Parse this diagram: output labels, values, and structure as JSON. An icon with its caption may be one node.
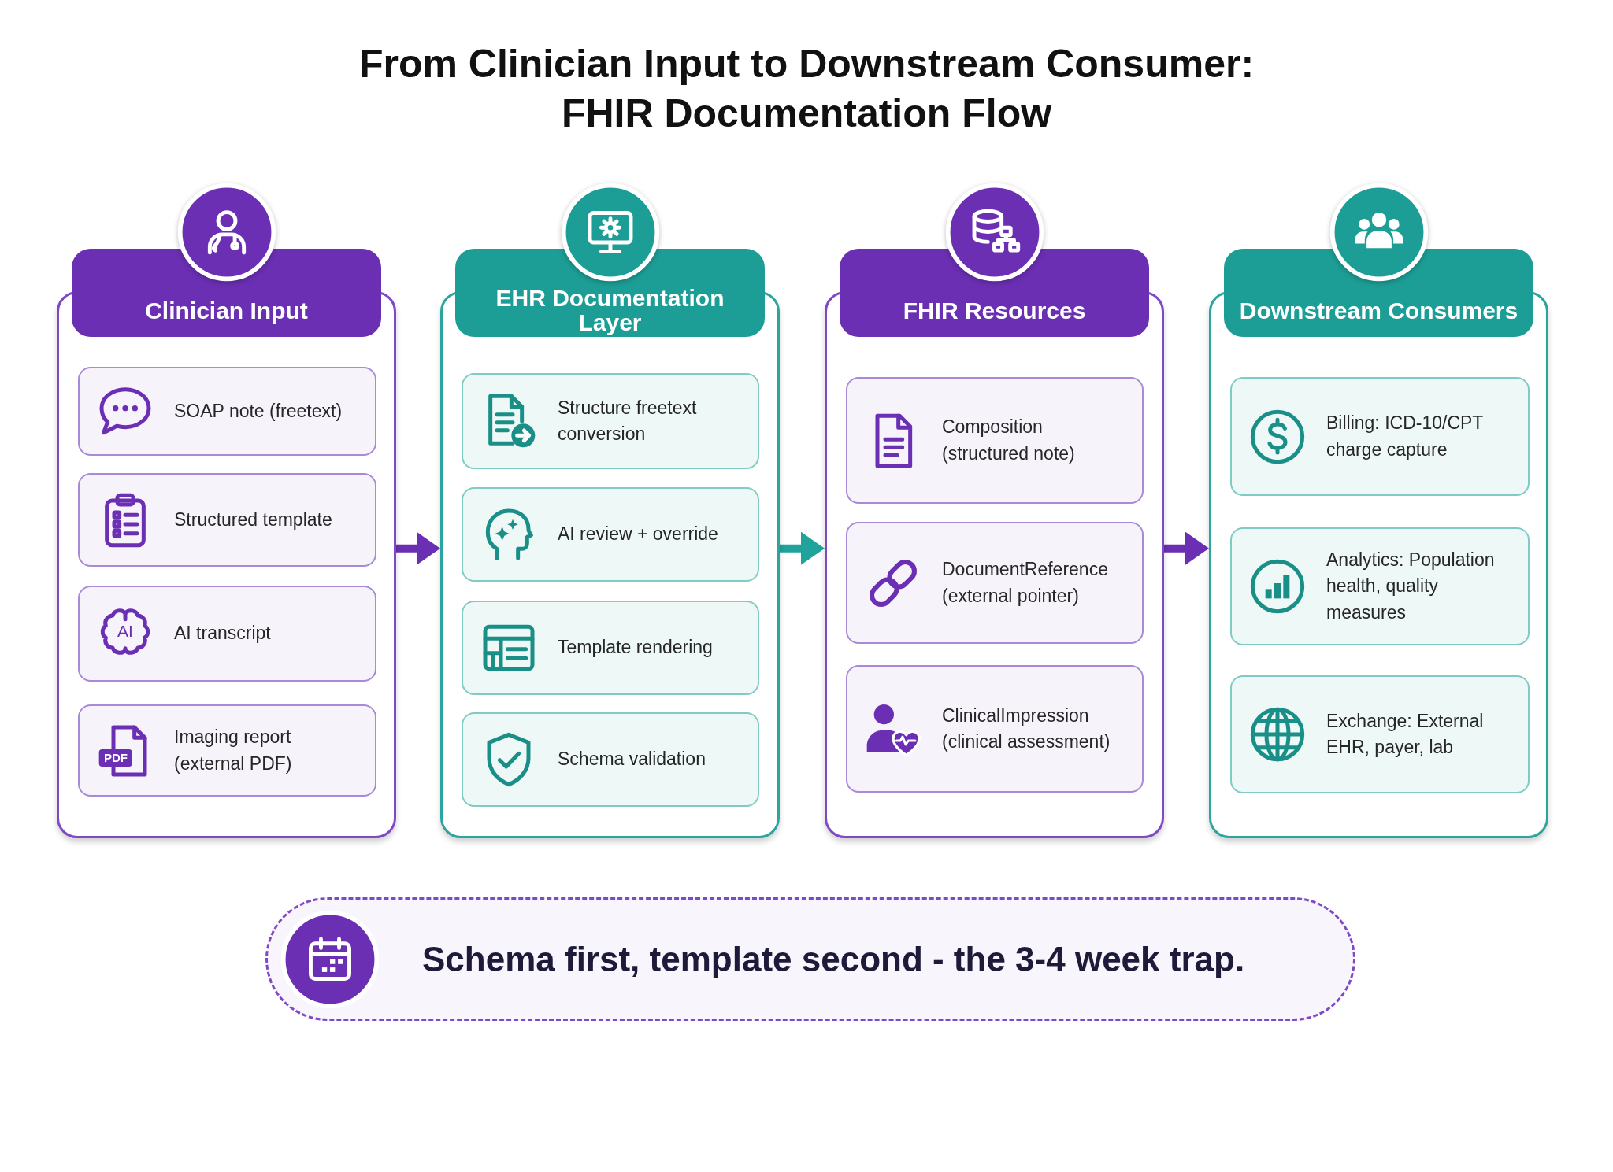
{
  "diagram": {
    "title": "From Clinician Input to Downstream Consumer: FHIR Documentation Flow",
    "nodes": [
      {
        "text": [
          "Clinician Input"
        ]
      },
      {
        "text": [
          "SOAP note (freetext)"
        ],
        "in": 0
      },
      {
        "text": [
          "Structured template"
        ],
        "in": 0
      },
      {
        "text": [
          "AI transcript"
        ],
        "in": 0
      },
      {
        "text": [
          "Imaging report (external PDF)"
        ],
        "in": 0
      },
      {
        "text": [
          "EHR Documentation Layer"
        ]
      },
      {
        "text": [
          "Structure freetext conversion"
        ],
        "in": 5
      },
      {
        "text": [
          "AI review + override"
        ],
        "in": 5
      },
      {
        "text": [
          "Template rendering"
        ],
        "in": 5
      },
      {
        "text": [
          "Schema validation"
        ],
        "in": 5
      },
      {
        "text": [
          "FHIR Resources"
        ]
      },
      {
        "text": [
          "Composition (structured note)"
        ],
        "in": 10
      },
      {
        "text": [
          "DocumentReference (external pointer)"
        ],
        "in": 10
      },
      {
        "text": [
          "ClinicalImpression (clinical assessment)"
        ],
        "in": 10
      },
      {
        "text": [
          "Downstream Consumers"
        ]
      },
      {
        "text": [
          "Billing: ICD-10/CPT charge capture"
        ],
        "in": 14
      },
      {
        "text": [
          "Analytics: Population health, quality measures"
        ],
        "in": 14
      },
      {
        "text": [
          "Exchange: External EHR, payer, lab"
        ],
        "in": 14
      },
      {
        "text": [
          "Schema first, template second - the 3-4 week trap."
        ]
      }
    ],
    "edges": [
      {
        "from": 0,
        "to": 5,
        "arrow": "to"
      },
      {
        "from": 5,
        "to": 10,
        "arrow": "to",
        "color": "#1fa39a"
      },
      {
        "from": 10,
        "to": 14,
        "arrow": "to"
      }
    ],
    "labels": [
      "AI",
      "PDF"
    ]
  }
}
